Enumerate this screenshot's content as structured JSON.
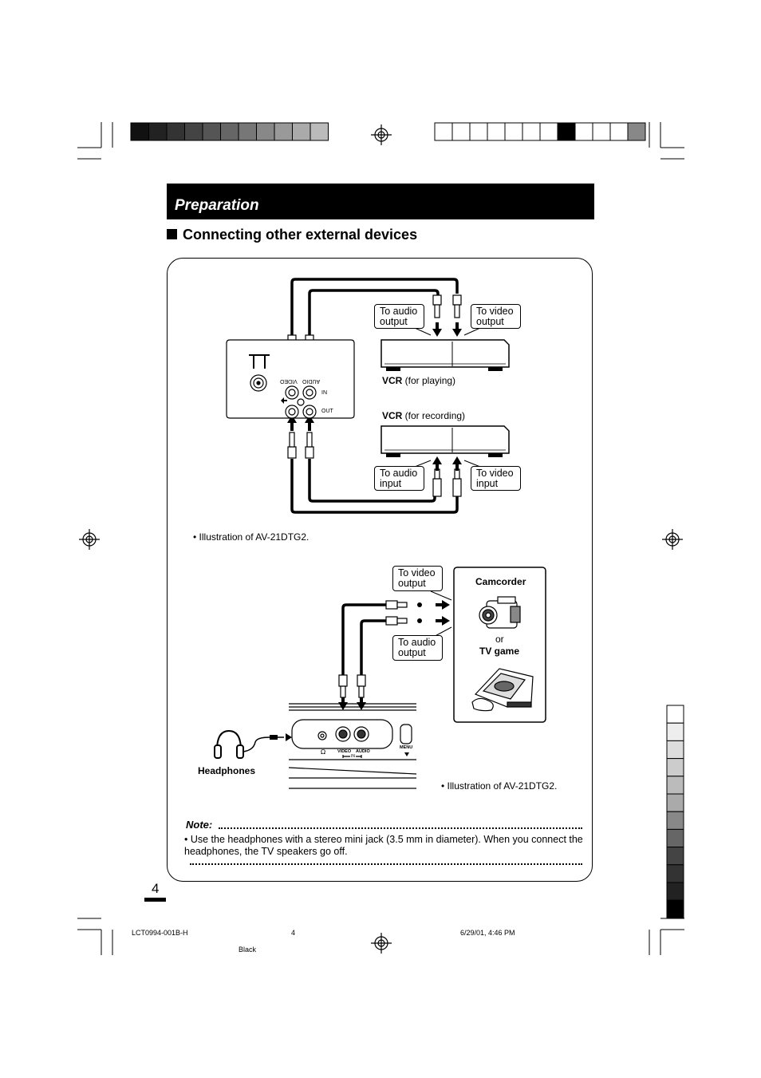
{
  "header": {
    "title": "Preparation"
  },
  "section": {
    "title": "Connecting other external devices"
  },
  "top_diagram": {
    "callout_audio_output": "To audio\noutput",
    "callout_video_output": "To video\noutput",
    "vcr_playing_bold": "VCR",
    "vcr_playing_rest": " (for playing)",
    "vcr_recording_bold": "VCR",
    "vcr_recording_rest": " (for recording)",
    "callout_audio_input": "To audio\ninput",
    "callout_video_input": "To video\ninput",
    "panel_video_label": "VIDEO",
    "panel_audio_label": "AUDIO",
    "panel_in_label": "IN",
    "panel_out_label": "OUT",
    "illustration_note": "•  Illustration of AV-21DTG2."
  },
  "bottom_diagram": {
    "callout_video_output": "To video\noutput",
    "callout_audio_output": "To audio\noutput",
    "camcorder_label": "Camcorder",
    "or_label": "or",
    "tv_game_label": "TV game",
    "headphones_label": "Headphones",
    "panel_video_label": "VIDEO",
    "panel_audio_label": "AUDIO",
    "panel_in_label": "IN",
    "panel_menu_label": "MENU",
    "illustration_note": "•  Illustration of AV-21DTG2."
  },
  "note": {
    "title": "Note:",
    "body": "• Use the headphones with a stereo mini jack (3.5 mm in diameter). When you connect the headphones, the TV speakers go off."
  },
  "page_number": "4",
  "footer": {
    "code": "LCT0994-001B-H",
    "page": "4",
    "datetime": "6/29/01, 4:46 PM",
    "color": "Black"
  },
  "print_marks": {
    "left_bar_shades": [
      "#111111",
      "#222222",
      "#333333",
      "#444444",
      "#555555",
      "#666666",
      "#777777",
      "#888888",
      "#999999",
      "#aaaaaa",
      "#bbbbbb",
      "#cccccc",
      "#dddddd",
      "#eeeeee",
      "#ffffff"
    ],
    "right_bar_shades": [
      "#ffffff",
      "#ffffff",
      "#ffffff",
      "#ffffff",
      "#ffffff",
      "#ffffff",
      "#ffffff",
      "#000000",
      "#ffffff",
      "#ffffff",
      "#ffffff",
      "#888888"
    ],
    "side_bar_shades": [
      "#ffffff",
      "#eeeeee",
      "#dddddd",
      "#cccccc",
      "#bbbbbb",
      "#aaaaaa",
      "#888888",
      "#666666",
      "#444444",
      "#333333",
      "#222222",
      "#000000"
    ]
  }
}
